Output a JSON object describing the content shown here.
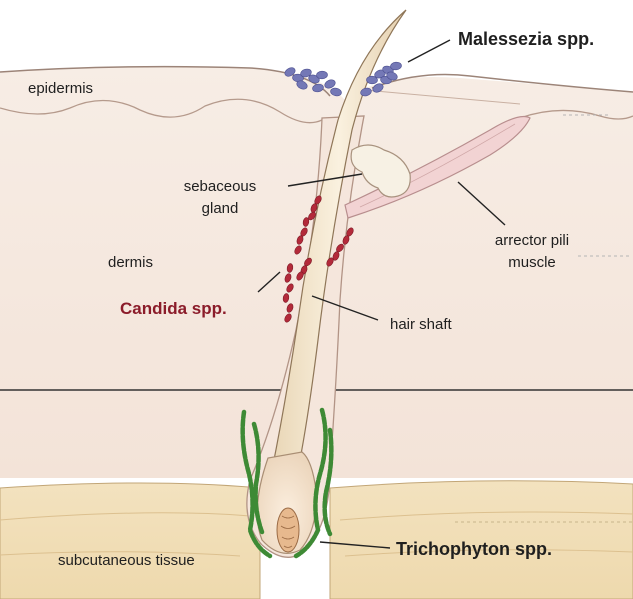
{
  "labels": {
    "epidermis": "epidermis",
    "dermis": "dermis",
    "subcutaneous": "subcutaneous tissue",
    "sebaceous_line1": "sebaceous",
    "sebaceous_line2": "gland",
    "arrector_line1": "arrector pili",
    "arrector_line2": "muscle",
    "hair_shaft": "hair shaft",
    "malassezia": "Malessezia spp.",
    "candida": "Candida spp.",
    "trichophyton": "Trichophyton spp."
  },
  "colors": {
    "skin_fill": "#f6e9df",
    "skin_outline": "#9c8478",
    "subcutaneous_fill": "#f1deb8",
    "hair_fill": "#f3e6cc",
    "malassezia": "#7478b6",
    "candida": "#b32a3a",
    "candida_label": "#8b1c2a",
    "trichophyton": "#3e8a35",
    "text": "#1f1f1f"
  }
}
